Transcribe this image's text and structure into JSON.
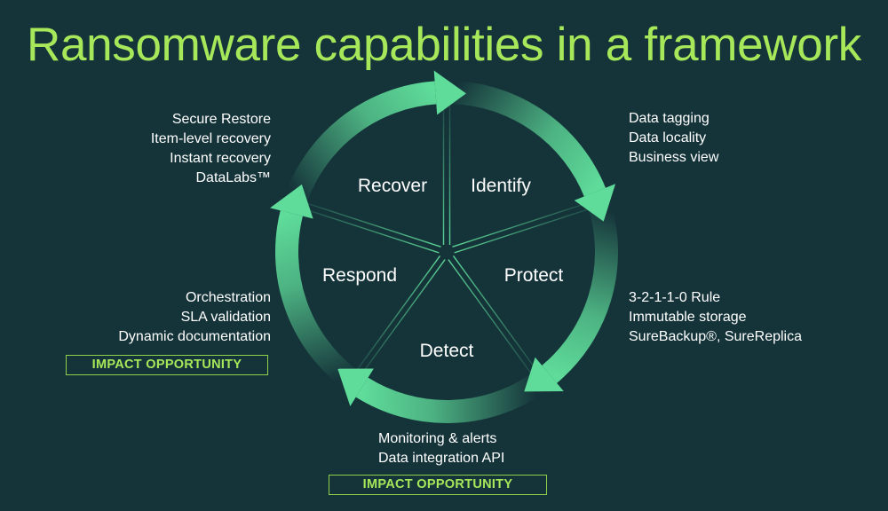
{
  "title": "Ransomware capabilities in a framework",
  "colors": {
    "background": "#15343a",
    "accent": "#a6e85a",
    "arrow": "#5fdc9a"
  },
  "stages": {
    "recover": "Recover",
    "identify": "Identify",
    "protect": "Protect",
    "detect": "Detect",
    "respond": "Respond"
  },
  "recover_items": [
    "Secure Restore",
    "Item-level recovery",
    "Instant recovery",
    "DataLabs™"
  ],
  "identify_items": [
    "Data tagging",
    "Data locality",
    "Business view"
  ],
  "protect_items": [
    "3-2-1-1-0 Rule",
    "Immutable storage",
    "SureBackup®, SureReplica"
  ],
  "respond_items": [
    "Orchestration",
    "SLA validation",
    "Dynamic documentation"
  ],
  "detect_items": [
    "Monitoring & alerts",
    "Data integration API"
  ],
  "badges": {
    "respond": "IMPACT OPPORTUNITY",
    "detect": "IMPACT OPPORTUNITY"
  }
}
